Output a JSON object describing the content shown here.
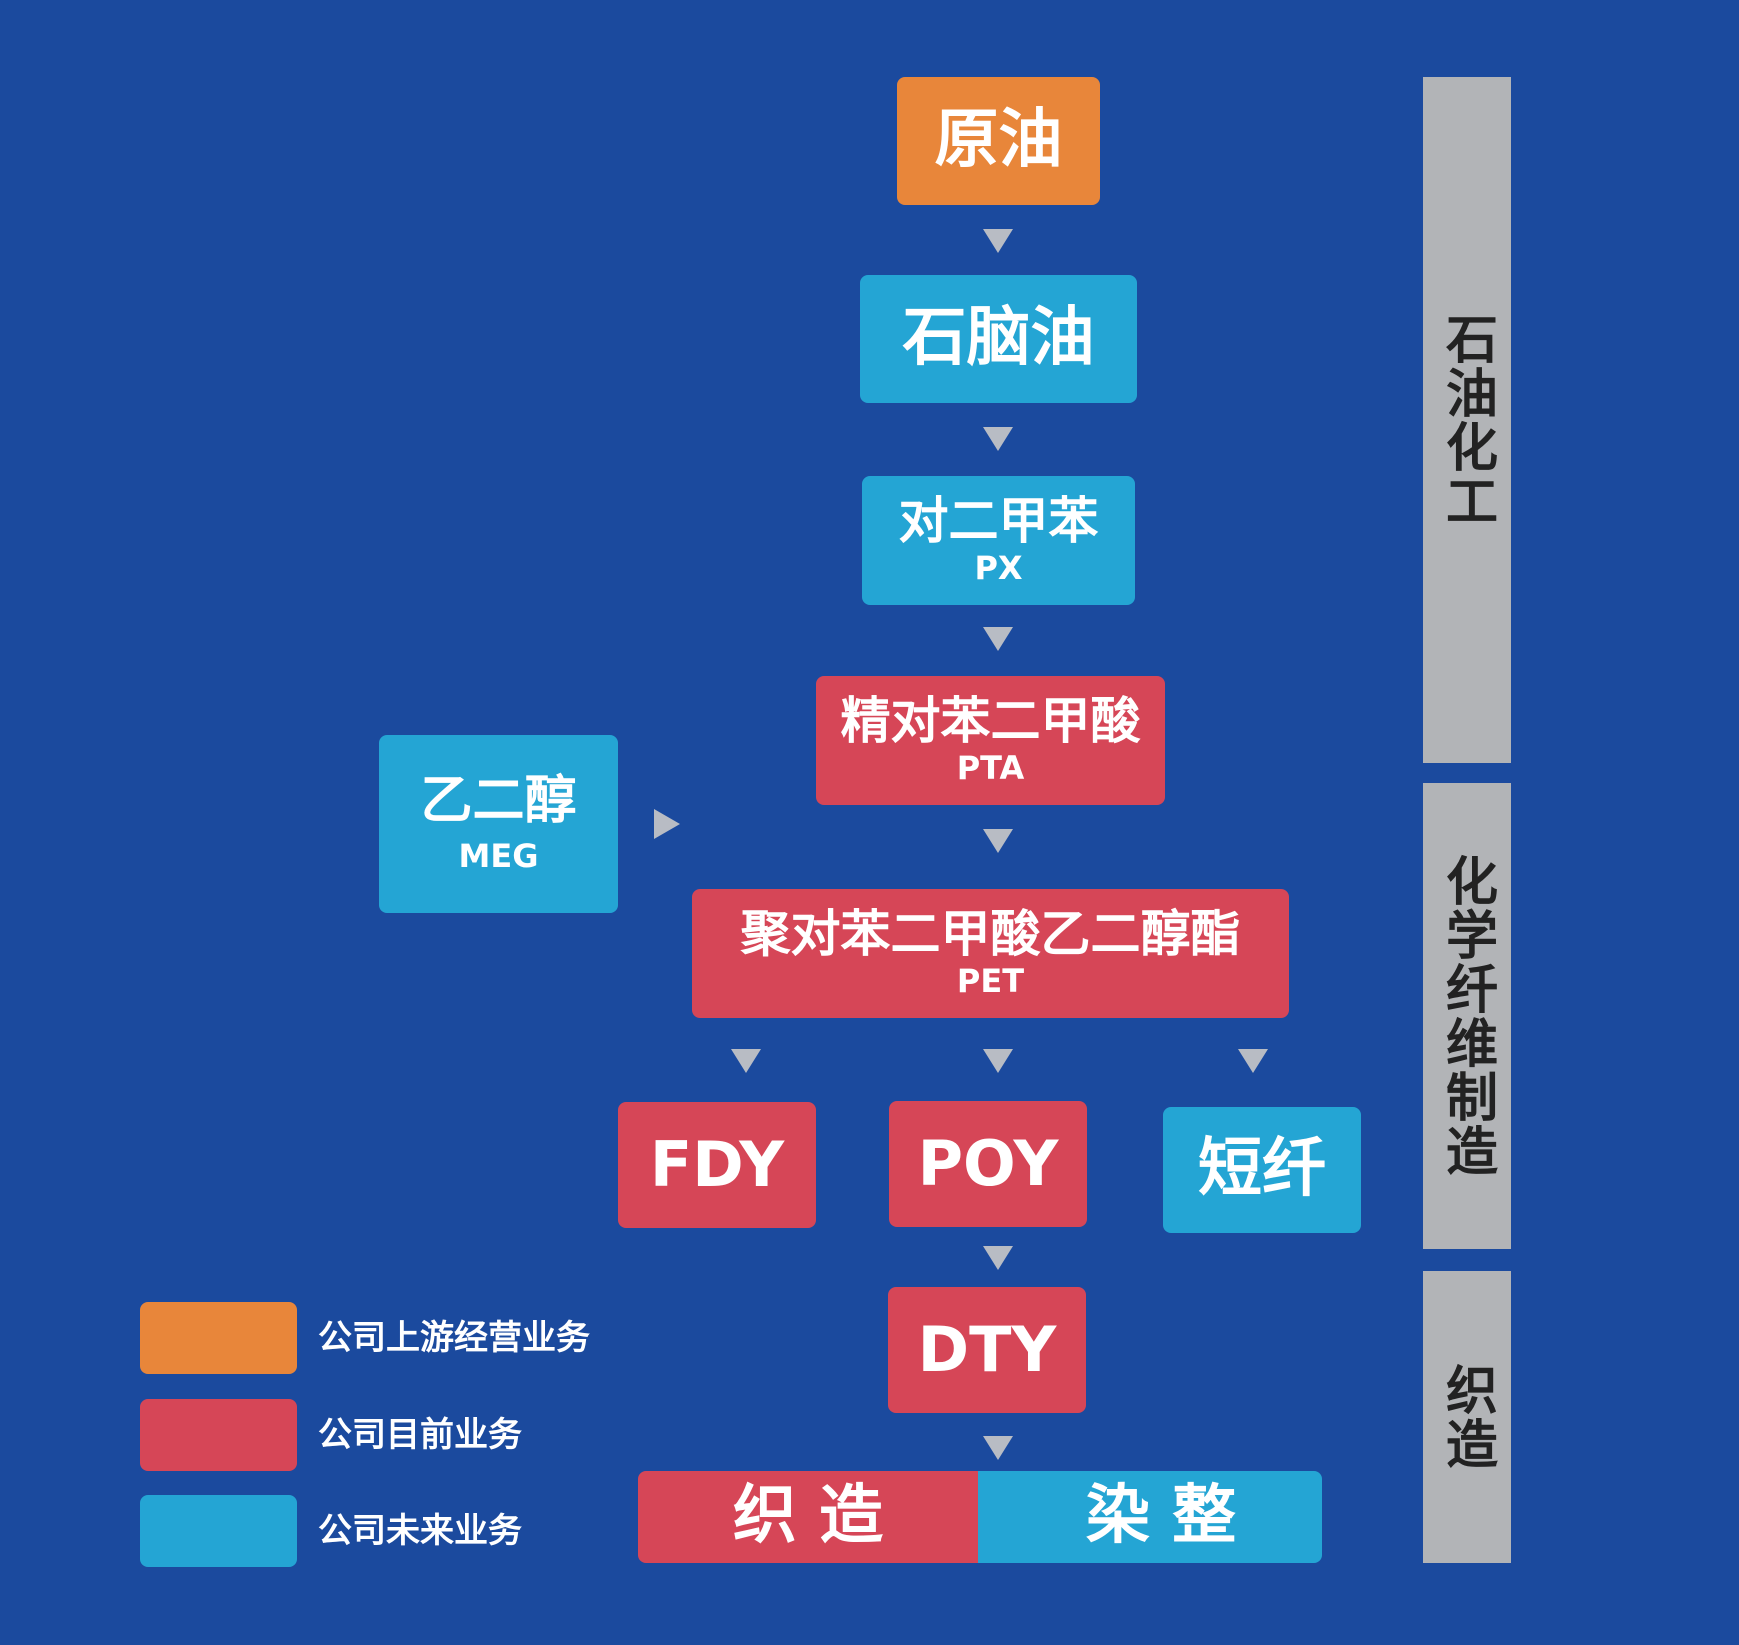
{
  "colors": {
    "background": "#1b4a9e",
    "upstream": "#e8863a",
    "current": "#d64657",
    "future": "#24a5d4",
    "side_bar": "#b2b4b7",
    "arrow": "#b8bcc4"
  },
  "nodes": {
    "crude_oil": {
      "label": "原油"
    },
    "naphtha": {
      "label": "石脑油"
    },
    "px": {
      "label": "对二甲苯",
      "sub": "PX"
    },
    "pta": {
      "label": "精对苯二甲酸",
      "sub": "PTA"
    },
    "meg": {
      "label": "乙二醇",
      "sub": "MEG"
    },
    "pet": {
      "label": "聚对苯二甲酸乙二醇酯",
      "sub": "PET"
    },
    "fdy": {
      "label": "FDY"
    },
    "poy": {
      "label": "POY"
    },
    "staple": {
      "label": "短纤"
    },
    "dty": {
      "label": "DTY"
    },
    "weaving": {
      "label": "织 造"
    },
    "dyeing": {
      "label": "染 整"
    }
  },
  "side_sections": [
    {
      "label": "石油化工"
    },
    {
      "label": "化学纤维制造"
    },
    {
      "label": "织造"
    }
  ],
  "legend": [
    {
      "label": "公司上游经营业务",
      "color": "#e8863a"
    },
    {
      "label": "公司目前业务",
      "color": "#d64657"
    },
    {
      "label": "公司未来业务",
      "color": "#24a5d4"
    }
  ]
}
